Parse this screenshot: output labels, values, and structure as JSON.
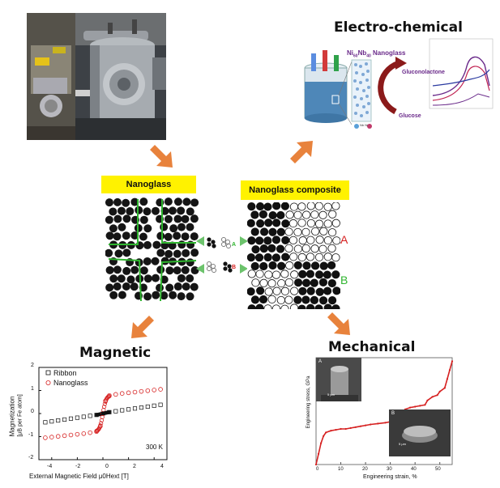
{
  "headings": {
    "electrochemical": "Electro-chemical",
    "magnetic": "Magnetic",
    "mechanical": "Mechanical"
  },
  "labels": {
    "nanoglass": "Nanoglass",
    "composite": "Nanoglass composite",
    "region_a": "A",
    "region_b": "B",
    "mini_a": "A",
    "mini_b": "B"
  },
  "electrochem": {
    "title_prefix": "Ni",
    "title_sub1": "60",
    "title_mid": "Nb",
    "title_sub2": "40",
    "title_suffix": " Nanoglass",
    "product": "Gluconolactone",
    "reactant": "Glucose",
    "legend": "Nb  Ni"
  },
  "magnetic_chart": {
    "legend_ribbon": "Ribbon",
    "legend_nanoglass": "Nanoglass",
    "temperature": "300 K",
    "ylabel_line1": "Magnetization",
    "ylabel_line2": "[μB per Fe atom]",
    "xlabel": "External Magnetic Field μ0Hext [T]",
    "yticks": [
      "2",
      "1",
      "0",
      "-1",
      "-2"
    ],
    "xticks": [
      "-4",
      "-2",
      "0",
      "2",
      "4"
    ]
  },
  "mechanical_chart": {
    "ylabel": "Engineering stress, GPa",
    "xlabel": "Engineering strain, %",
    "xticks": [
      "0",
      "10",
      "20",
      "30",
      "40",
      "50"
    ],
    "inset_a": "A",
    "inset_b": "B",
    "scale_a": "5 μm",
    "scale_b": "5 μm"
  },
  "colors": {
    "arrow": "#e8823c",
    "yellow": "#fff200",
    "green": "#2fb52f",
    "red_marker": "#d62020",
    "purple": "#6a2a8a"
  },
  "chart_data": [
    {
      "type": "scatter",
      "title": "Magnetic",
      "xlabel": "External Magnetic Field μ0Hext [T]",
      "ylabel": "Magnetization [μB per Fe atom]",
      "xlim": [
        -5,
        5
      ],
      "ylim": [
        -2,
        2
      ],
      "series": [
        {
          "name": "Ribbon",
          "x": [
            -4.5,
            -4,
            -3.5,
            -3,
            -2.5,
            -2,
            -1.5,
            -1,
            -0.5,
            0,
            0.5,
            1,
            1.5,
            2,
            2.5,
            3,
            3.5,
            4,
            4.5
          ],
          "y": [
            -0.38,
            -0.34,
            -0.3,
            -0.26,
            -0.22,
            -0.18,
            -0.14,
            -0.1,
            -0.06,
            0,
            0.06,
            0.1,
            0.14,
            0.18,
            0.22,
            0.26,
            0.3,
            0.34,
            0.38
          ]
        },
        {
          "name": "Nanoglass",
          "x": [
            -4.5,
            -4,
            -3.5,
            -3,
            -2.5,
            -2,
            -1.5,
            -1,
            -0.5,
            -0.2,
            0,
            0.2,
            0.5,
            1,
            1.5,
            2,
            2.5,
            3,
            3.5,
            4,
            4.5
          ],
          "y": [
            -1.05,
            -1.02,
            -0.99,
            -0.96,
            -0.93,
            -0.9,
            -0.87,
            -0.83,
            -0.78,
            -0.55,
            0,
            0.55,
            0.78,
            0.83,
            0.87,
            0.9,
            0.93,
            0.96,
            0.99,
            1.02,
            1.05
          ]
        }
      ],
      "annotations": [
        "300 K"
      ]
    },
    {
      "type": "line",
      "title": "Mechanical",
      "xlabel": "Engineering strain, %",
      "ylabel": "Engineering stress, GPa",
      "xlim": [
        0,
        55
      ],
      "series": [
        {
          "name": "",
          "x": [
            0,
            1,
            2,
            3,
            4,
            6,
            8,
            10,
            12,
            14,
            16,
            18,
            20,
            22,
            25,
            28,
            30,
            31,
            33,
            35,
            36,
            38,
            40,
            42,
            44,
            45,
            47,
            49,
            50,
            52,
            53,
            54,
            55
          ],
          "y": [
            0,
            0.6,
            1.2,
            1.6,
            1.8,
            1.9,
            1.95,
            2.0,
            2.0,
            2.05,
            2.1,
            2.15,
            2.2,
            2.25,
            2.3,
            2.35,
            2.4,
            2.6,
            2.8,
            2.85,
            3.1,
            3.2,
            3.25,
            3.3,
            3.35,
            3.6,
            3.8,
            3.9,
            4.1,
            4.3,
            4.8,
            5.3,
            5.8
          ]
        }
      ]
    }
  ]
}
